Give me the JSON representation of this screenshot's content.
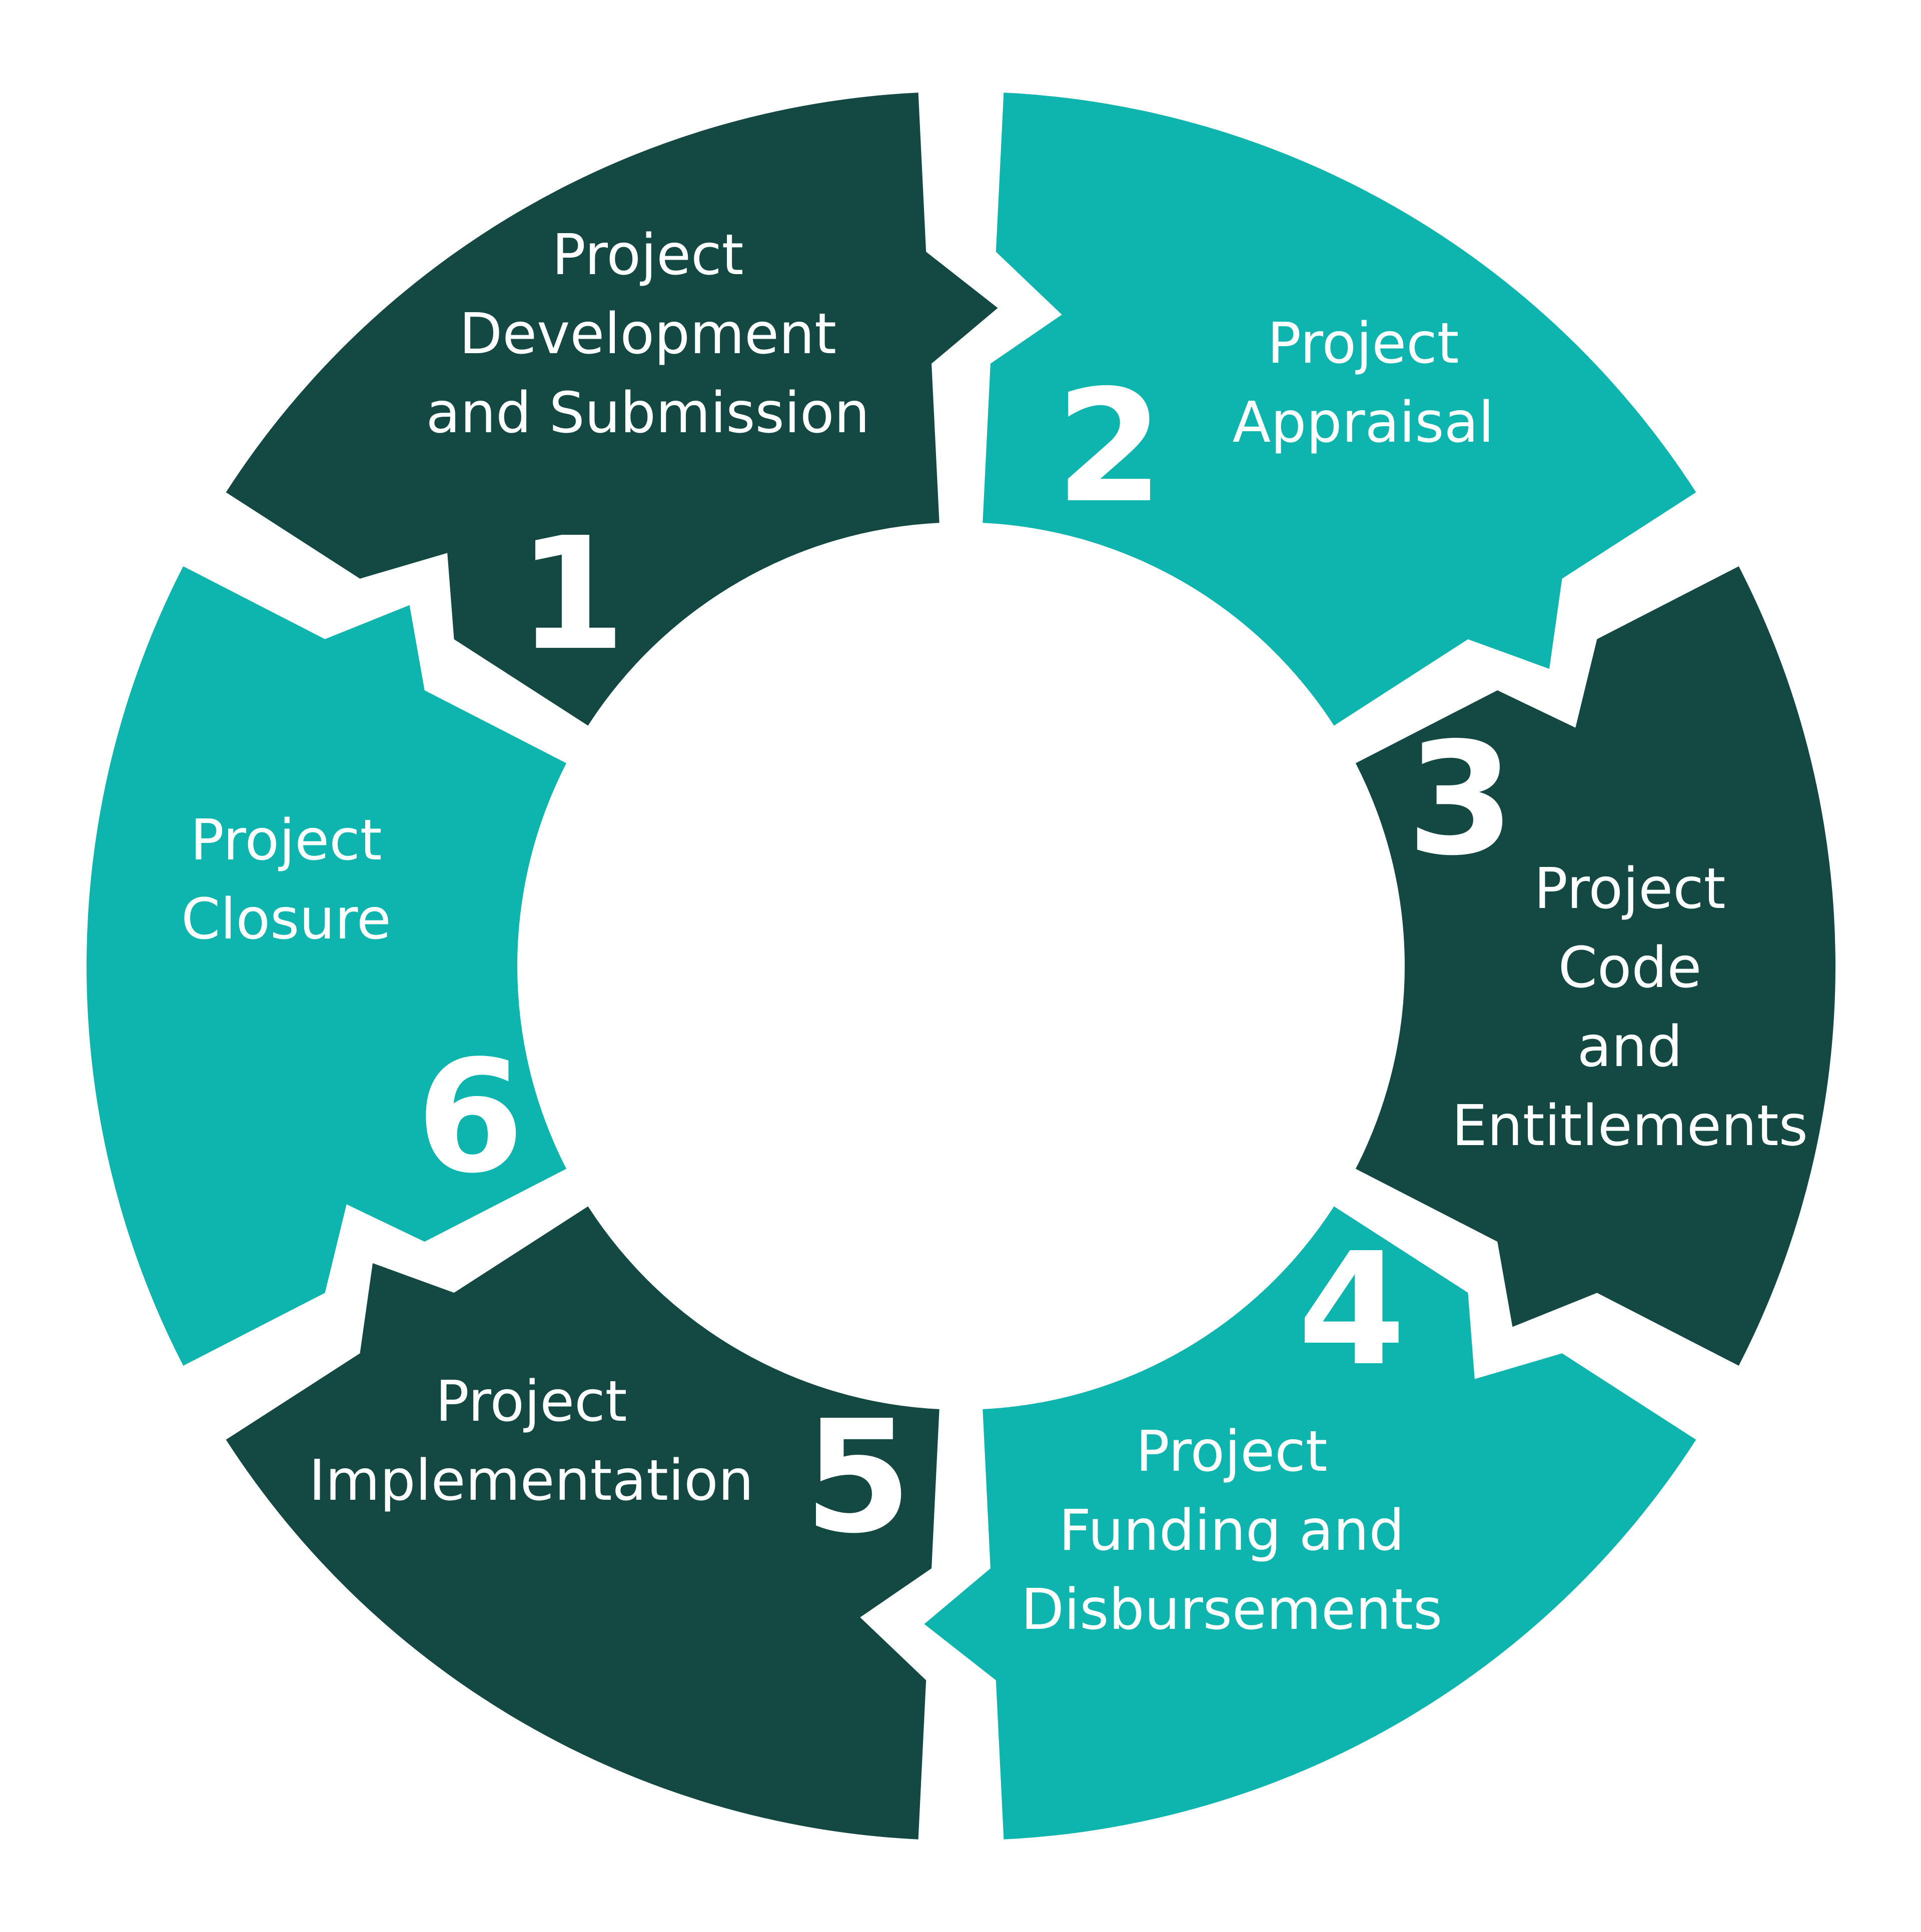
{
  "diagram": {
    "colors": {
      "teal": "#0DB5AE",
      "dark": "#144943",
      "background": "#FFFFFF",
      "text": "#FFFFFF"
    },
    "steps": [
      {
        "number": "1",
        "lines": [
          "Project",
          "Development",
          "and Submission"
        ],
        "color": "teal"
      },
      {
        "number": "2",
        "lines": [
          "Project",
          "Appraisal"
        ],
        "color": "dark"
      },
      {
        "number": "3",
        "lines": [
          "Project",
          "Code",
          "and",
          "Entitlements"
        ],
        "color": "teal"
      },
      {
        "number": "4",
        "lines": [
          "Project",
          "Funding and",
          "Disbursements"
        ],
        "color": "dark"
      },
      {
        "number": "5",
        "lines": [
          "Project",
          "Implementation"
        ],
        "color": "teal"
      },
      {
        "number": "6",
        "lines": [
          "Project",
          "Closure"
        ],
        "color": "dark"
      }
    ]
  }
}
